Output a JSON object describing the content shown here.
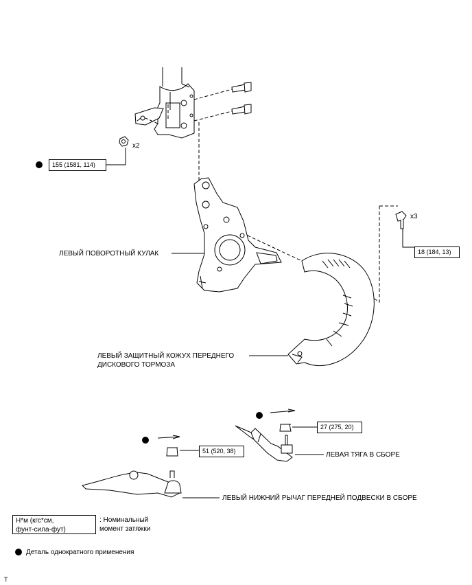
{
  "torques": {
    "strut_bolts": "155 (1581, 114)",
    "dust_cover_bolts": "18 (184, 13)",
    "tie_rod_nut": "27 (275, 20)",
    "lower_arm_nut": "51 (520, 38)"
  },
  "quantities": {
    "strut_nuts": "x2",
    "dust_cover_bolts": "x3"
  },
  "labels": {
    "steering_knuckle": "ЛЕВЫЙ ПОВОРОТНЫЙ КУЛАК",
    "dust_cover_line1": "ЛЕВЫЙ ЗАЩИТНЫЙ КОЖУХ ПЕРЕДНЕГО",
    "dust_cover_line2": "ДИСКОВОГО ТОРМОЗА",
    "tie_rod": "ЛЕВАЯ ТЯГА В СБОРЕ",
    "lower_arm": "ЛЕВЫЙ НИЖНИЙ РЫЧАГ ПЕРЕДНЕЙ ПОДВЕСКИ В СБОРЕ"
  },
  "legend": {
    "unit_line1": "Н*м (кгс*см,",
    "unit_line2": "фунт-сила-фут)",
    "unit_desc_line1": ": Номинальный",
    "unit_desc_line2": "момент затяжки",
    "non_reusable": "Деталь однократного применения"
  },
  "footer_mark": "T"
}
